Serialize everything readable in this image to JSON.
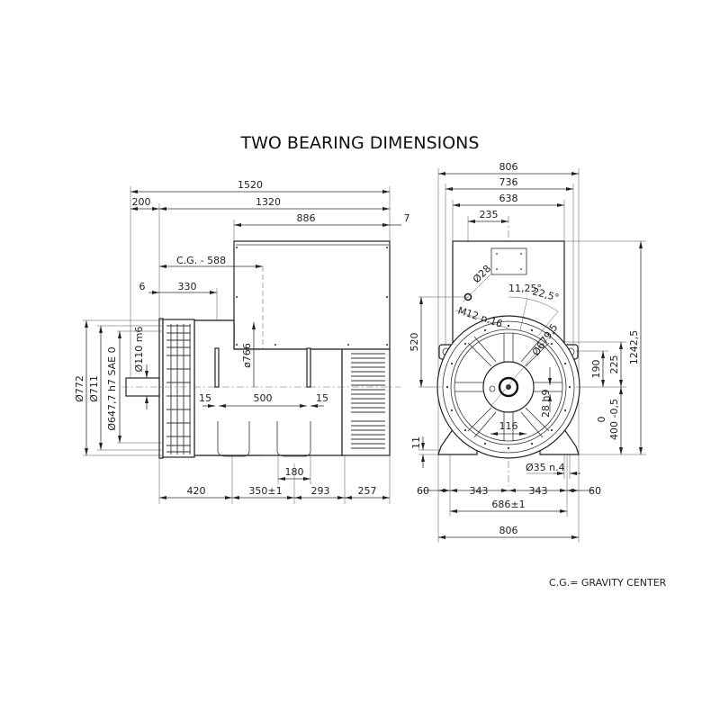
{
  "title": "TWO BEARING DIMENSIONS",
  "legend": "C.G.= GRAVITY CENTER",
  "side_view": {
    "overall_length": "1520",
    "shaft_extension": "200",
    "body_length": "1320",
    "terminal_box_length": "886",
    "terminal_box_offset": "7",
    "cg": "C.G. -  588",
    "flange_offset": "6",
    "lug_distance": "330",
    "dia_772": "Ø772",
    "dia_711": "Ø711",
    "spigot": "Ø647,7  h7  SAE  0",
    "shaft_dia": "Ø110  m6",
    "body_dia": "ø766",
    "lug_left": "15",
    "lug_span": "500",
    "lug_right": "15",
    "foot_width": "180",
    "bottom_420": "420",
    "bottom_350": "350±1",
    "bottom_293": "293",
    "bottom_257": "257"
  },
  "front_view": {
    "width_806_top": "806",
    "width_736": "736",
    "width_638": "638",
    "offset_235": "235",
    "hole_dia": "Ø28",
    "thread": "M12  n.16",
    "angle_1": "11,25°",
    "angle_2": "22,5°",
    "pcd": "Ø679,5",
    "height_520": "520",
    "h_190": "190",
    "h_225": "225",
    "h_1242": "1242,5",
    "shaft_height_tol": "0",
    "shaft_height": "400 -0,5",
    "key": "28  h9",
    "key_116": "116",
    "foot_thick": "11",
    "foot_holes": "Ø35  n.4",
    "b_60_left": "60",
    "b_343_left": "343",
    "b_343_right": "343",
    "b_60_right": "60",
    "foot_span": "686±1",
    "width_806_bottom": "806"
  }
}
